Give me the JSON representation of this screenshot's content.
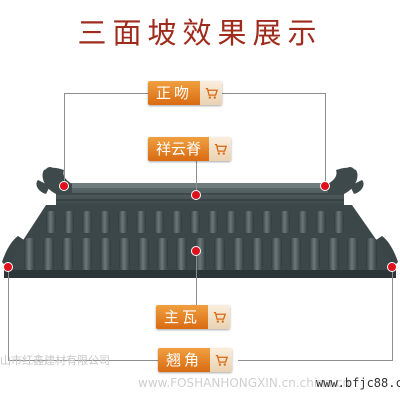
{
  "title": "三面坡效果展示",
  "labels": {
    "zhengwen": "正吻",
    "xiangyunji": "祥云脊",
    "zhuwa": "主瓦",
    "qiaojiao": "翘角"
  },
  "icons": {
    "tag_icon": "cart-icon"
  },
  "footer": {
    "company": "山市红鑫建材有限公司",
    "url": "www.FOSHANHONGXIN.cn.china.cn"
  },
  "watermark": "www.bfjc88.c",
  "colors": {
    "title": "#9e2b1c",
    "tag": "#e07a20",
    "dot": "#e0101c",
    "tile": "#4a5658",
    "line": "#8e8e8e"
  }
}
